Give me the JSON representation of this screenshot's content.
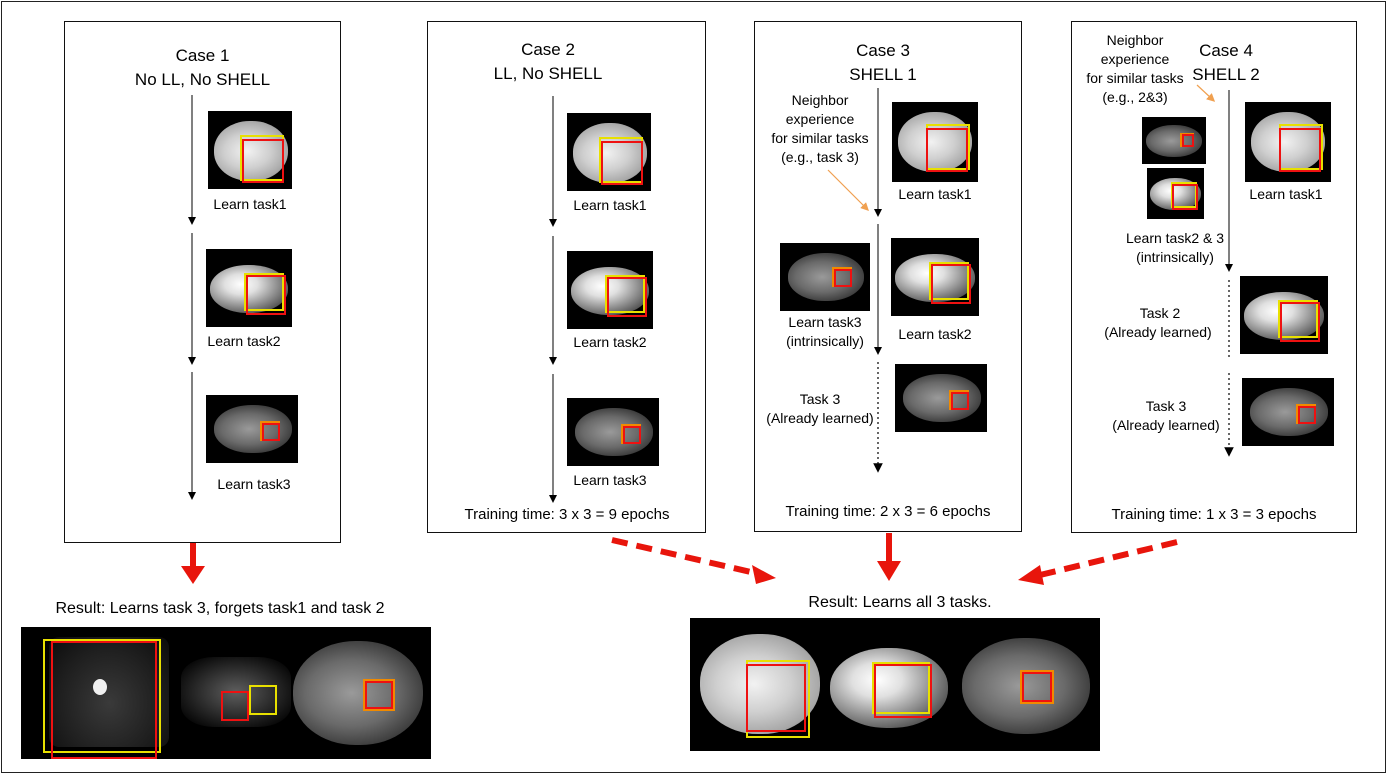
{
  "cases": [
    {
      "title": "Case 1",
      "subtitle": "No LL, No SHELL",
      "labels": [
        "Learn task1",
        "Learn task2",
        "Learn task3"
      ],
      "footer": ""
    },
    {
      "title": "Case 2",
      "subtitle": "LL, No SHELL",
      "labels": [
        "Learn task1",
        "Learn task2",
        "Learn task3"
      ],
      "footer": "Training time: 3 x 3 = 9 epochs"
    },
    {
      "title": "Case 3",
      "subtitle": "SHELL 1",
      "note": [
        "Neighbor",
        "experience",
        "for similar tasks",
        "(e.g., task 3)"
      ],
      "labels": [
        "Learn task1",
        "Learn task2",
        "Learn task3",
        "(intrinsically)",
        "Task 3",
        "(Already learned)"
      ],
      "footer": "Training time: 2 x 3 = 6 epochs"
    },
    {
      "title": "Case 4",
      "subtitle": "SHELL 2",
      "note": [
        "Neighbor",
        "experience",
        "for similar tasks",
        "(e.g., 2&3)"
      ],
      "labels": [
        "Learn task1",
        "Learn task2 & 3",
        "(intrinsically)",
        "Task 2",
        "(Already learned)",
        "Task 3",
        "(Already learned)"
      ],
      "footer": "Training time: 1 x 3 = 3 epochs"
    }
  ],
  "results": {
    "left": "Result: Learns task 3, forgets task1 and task 2",
    "right": "Result: Learns all 3 tasks."
  },
  "colors": {
    "arrow": "#e8150c",
    "note_arrow": "#f0a050",
    "box_red": "#e11111",
    "box_yellow": "#e8e000",
    "box_orange": "#f08a00"
  }
}
